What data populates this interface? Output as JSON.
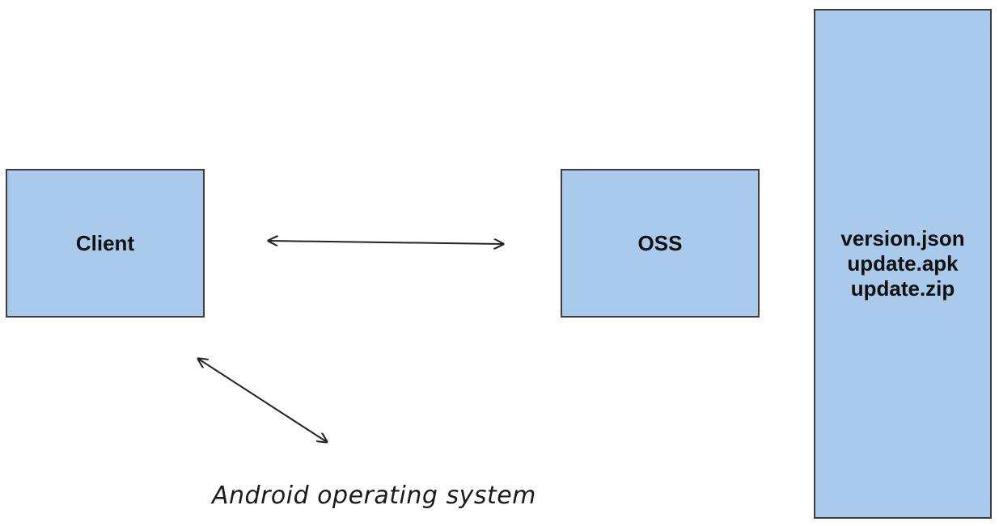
{
  "diagram": {
    "client_label": "Client",
    "oss_label": "OSS",
    "storage_files": [
      "version.json",
      "update.apk",
      "update.zip"
    ],
    "android_label": "Android operating system"
  },
  "colors": {
    "box_fill": "#a9caeb",
    "box_border": "#3d3d3d",
    "arrow": "#222222"
  }
}
